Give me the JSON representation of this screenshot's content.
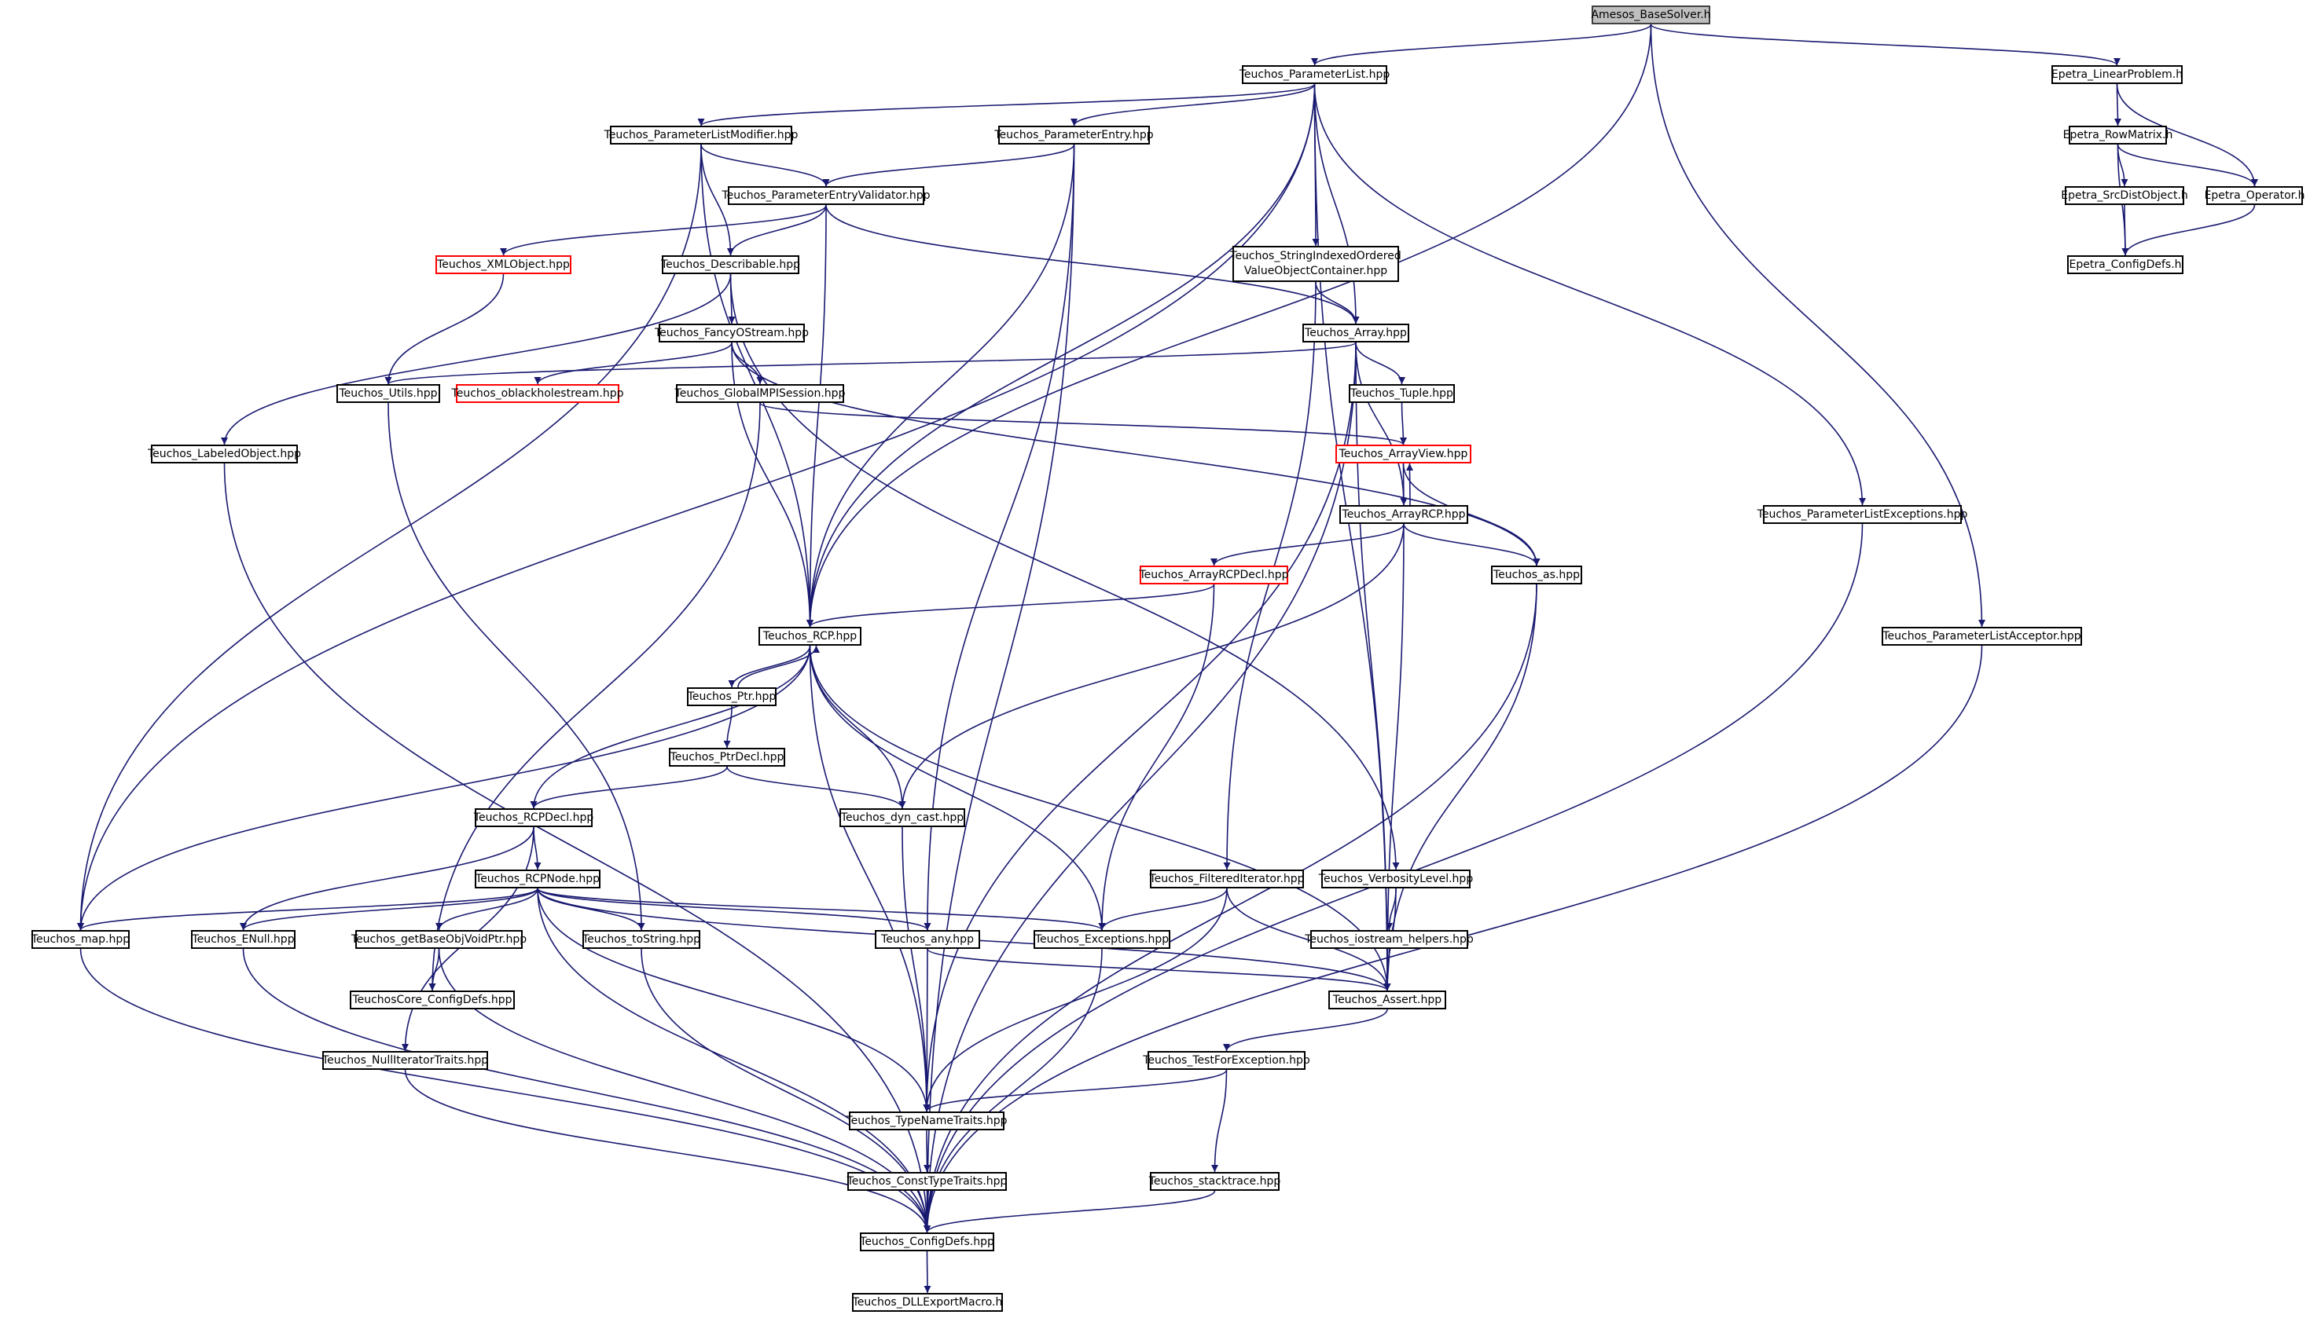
{
  "graph": {
    "nodes": [
      {
        "id": "amesos_basesolver",
        "label": "Amesos_BaseSolver.h",
        "kind": "root"
      },
      {
        "id": "teuchos_parameterlist",
        "label": "Teuchos_ParameterList.hpp"
      },
      {
        "id": "epetra_linearproblem",
        "label": "Epetra_LinearProblem.h"
      },
      {
        "id": "teuchos_parameterlistmodifier",
        "label": "Teuchos_ParameterListModifier.hpp"
      },
      {
        "id": "teuchos_parameterentry",
        "label": "Teuchos_ParameterEntry.hpp"
      },
      {
        "id": "epetra_rowmatrix",
        "label": "Epetra_RowMatrix.h"
      },
      {
        "id": "teuchos_parameterentryvalidator",
        "label": "Teuchos_ParameterEntryValidator.hpp"
      },
      {
        "id": "epetra_srcdistobject",
        "label": "Epetra_SrcDistObject.h"
      },
      {
        "id": "epetra_operator",
        "label": "Epetra_Operator.h"
      },
      {
        "id": "teuchos_xmlobject",
        "label": "Teuchos_XMLObject.hpp",
        "kind": "truncated"
      },
      {
        "id": "teuchos_describable",
        "label": "Teuchos_Describable.hpp"
      },
      {
        "id": "teuchos_stringindexed",
        "label": "Teuchos_StringIndexedOrdered\nValueObjectContainer.hpp"
      },
      {
        "id": "epetra_configdefs",
        "label": "Epetra_ConfigDefs.h"
      },
      {
        "id": "teuchos_fancyostream",
        "label": "Teuchos_FancyOStream.hpp"
      },
      {
        "id": "teuchos_array",
        "label": "Teuchos_Array.hpp"
      },
      {
        "id": "teuchos_utils",
        "label": "Teuchos_Utils.hpp"
      },
      {
        "id": "teuchos_oblackholestream",
        "label": "Teuchos_oblackholestream.hpp",
        "kind": "truncated"
      },
      {
        "id": "teuchos_globalmpisession",
        "label": "Teuchos_GlobalMPISession.hpp"
      },
      {
        "id": "teuchos_tuple",
        "label": "Teuchos_Tuple.hpp"
      },
      {
        "id": "teuchos_labeledobject",
        "label": "Teuchos_LabeledObject.hpp"
      },
      {
        "id": "teuchos_arrayview",
        "label": "Teuchos_ArrayView.hpp",
        "kind": "truncated"
      },
      {
        "id": "teuchos_arrayrcp",
        "label": "Teuchos_ArrayRCP.hpp"
      },
      {
        "id": "teuchos_parameterlistexceptions",
        "label": "Teuchos_ParameterListExceptions.hpp"
      },
      {
        "id": "teuchos_arrayrcpdecl",
        "label": "Teuchos_ArrayRCPDecl.hpp",
        "kind": "truncated"
      },
      {
        "id": "teuchos_as",
        "label": "Teuchos_as.hpp"
      },
      {
        "id": "teuchos_rcp",
        "label": "Teuchos_RCP.hpp"
      },
      {
        "id": "teuchos_parameterlistacceptor",
        "label": "Teuchos_ParameterListAcceptor.hpp"
      },
      {
        "id": "teuchos_ptr",
        "label": "Teuchos_Ptr.hpp"
      },
      {
        "id": "teuchos_ptrdecl",
        "label": "Teuchos_PtrDecl.hpp"
      },
      {
        "id": "teuchos_rcpdecl",
        "label": "Teuchos_RCPDecl.hpp"
      },
      {
        "id": "teuchos_dyn_cast",
        "label": "Teuchos_dyn_cast.hpp"
      },
      {
        "id": "teuchos_rcpnode",
        "label": "Teuchos_RCPNode.hpp"
      },
      {
        "id": "teuchos_filterediterator",
        "label": "Teuchos_FilteredIterator.hpp"
      },
      {
        "id": "teuchos_verbositylevel",
        "label": "Teuchos_VerbosityLevel.hpp"
      },
      {
        "id": "teuchos_map",
        "label": "Teuchos_map.hpp"
      },
      {
        "id": "teuchos_enull",
        "label": "Teuchos_ENull.hpp"
      },
      {
        "id": "teuchos_getbaseobjvoidptr",
        "label": "Teuchos_getBaseObjVoidPtr.hpp"
      },
      {
        "id": "teuchos_tostring",
        "label": "Teuchos_toString.hpp"
      },
      {
        "id": "teuchos_any",
        "label": "Teuchos_any.hpp"
      },
      {
        "id": "teuchos_exceptions",
        "label": "Teuchos_Exceptions.hpp"
      },
      {
        "id": "teuchos_iostream_helpers",
        "label": "Teuchos_iostream_helpers.hpp"
      },
      {
        "id": "teuchoscore_configdefs",
        "label": "TeuchosCore_ConfigDefs.hpp"
      },
      {
        "id": "teuchos_assert",
        "label": "Teuchos_Assert.hpp"
      },
      {
        "id": "teuchos_nulliteratortraits",
        "label": "Teuchos_NullIteratorTraits.hpp"
      },
      {
        "id": "teuchos_testforexception",
        "label": "Teuchos_TestForException.hpp"
      },
      {
        "id": "teuchos_typenametraits",
        "label": "Teuchos_TypeNameTraits.hpp"
      },
      {
        "id": "teuchos_consttypetraits",
        "label": "Teuchos_ConstTypeTraits.hpp"
      },
      {
        "id": "teuchos_stacktrace",
        "label": "Teuchos_stacktrace.hpp"
      },
      {
        "id": "teuchos_configdefs",
        "label": "Teuchos_ConfigDefs.hpp"
      },
      {
        "id": "teuchos_dllexportmacro",
        "label": "Teuchos_DLLExportMacro.h"
      }
    ],
    "edges": [
      [
        "amesos_basesolver",
        "teuchos_parameterlist"
      ],
      [
        "amesos_basesolver",
        "epetra_linearproblem"
      ],
      [
        "amesos_basesolver",
        "teuchos_rcp"
      ],
      [
        "amesos_basesolver",
        "teuchos_parameterlistacceptor"
      ],
      [
        "teuchos_parameterlist",
        "teuchos_parameterlistmodifier"
      ],
      [
        "teuchos_parameterlist",
        "teuchos_parameterentry"
      ],
      [
        "teuchos_parameterlist",
        "teuchos_stringindexed"
      ],
      [
        "teuchos_parameterlist",
        "teuchos_array"
      ],
      [
        "teuchos_parameterlist",
        "teuchos_parameterlistexceptions"
      ],
      [
        "teuchos_parameterlist",
        "teuchos_rcp"
      ],
      [
        "teuchos_parameterlist",
        "teuchos_map"
      ],
      [
        "teuchos_parameterlist",
        "teuchos_assert"
      ],
      [
        "epetra_linearproblem",
        "epetra_rowmatrix"
      ],
      [
        "epetra_linearproblem",
        "epetra_operator"
      ],
      [
        "epetra_rowmatrix",
        "epetra_srcdistobject"
      ],
      [
        "epetra_rowmatrix",
        "epetra_operator"
      ],
      [
        "epetra_rowmatrix",
        "epetra_configdefs"
      ],
      [
        "epetra_srcdistobject",
        "epetra_configdefs"
      ],
      [
        "epetra_operator",
        "epetra_configdefs"
      ],
      [
        "teuchos_parameterlistmodifier",
        "teuchos_parameterentryvalidator"
      ],
      [
        "teuchos_parameterlistmodifier",
        "teuchos_describable"
      ],
      [
        "teuchos_parameterlistmodifier",
        "teuchos_rcp"
      ],
      [
        "teuchos_parameterlistmodifier",
        "teuchos_map"
      ],
      [
        "teuchos_parameterentry",
        "teuchos_parameterentryvalidator"
      ],
      [
        "teuchos_parameterentry",
        "teuchos_rcp"
      ],
      [
        "teuchos_parameterentry",
        "teuchos_any"
      ],
      [
        "teuchos_parameterentry",
        "teuchos_configdefs"
      ],
      [
        "teuchos_parameterentryvalidator",
        "teuchos_xmlobject"
      ],
      [
        "teuchos_parameterentryvalidator",
        "teuchos_describable"
      ],
      [
        "teuchos_parameterentryvalidator",
        "teuchos_array"
      ],
      [
        "teuchos_parameterentryvalidator",
        "teuchos_rcp"
      ],
      [
        "teuchos_xmlobject",
        "teuchos_utils"
      ],
      [
        "teuchos_describable",
        "teuchos_fancyostream"
      ],
      [
        "teuchos_describable",
        "teuchos_labeledobject"
      ],
      [
        "teuchos_describable",
        "teuchos_verbositylevel"
      ],
      [
        "teuchos_stringindexed",
        "teuchos_array"
      ],
      [
        "teuchos_stringindexed",
        "teuchos_filterediterator"
      ],
      [
        "teuchos_fancyostream",
        "teuchos_oblackholestream"
      ],
      [
        "teuchos_fancyostream",
        "teuchos_globalmpisession"
      ],
      [
        "teuchos_fancyostream",
        "teuchos_as"
      ],
      [
        "teuchos_fancyostream",
        "teuchos_rcp"
      ],
      [
        "teuchos_array",
        "teuchos_utils"
      ],
      [
        "teuchos_array",
        "teuchos_tuple"
      ],
      [
        "teuchos_array",
        "teuchos_arrayrcp"
      ],
      [
        "teuchos_array",
        "teuchos_typenametraits"
      ],
      [
        "teuchos_array",
        "teuchos_assert"
      ],
      [
        "teuchos_array",
        "teuchos_configdefs"
      ],
      [
        "teuchos_utils",
        "teuchos_tostring"
      ],
      [
        "teuchos_globalmpisession",
        "teuchos_arrayview"
      ],
      [
        "teuchos_globalmpisession",
        "teuchoscore_configdefs"
      ],
      [
        "teuchos_tuple",
        "teuchos_arrayview"
      ],
      [
        "teuchos_labeledobject",
        "teuchos_configdefs"
      ],
      [
        "teuchos_arrayview",
        "teuchos_arrayrcp"
      ],
      [
        "teuchos_arrayview",
        "teuchos_as"
      ],
      [
        "teuchos_arrayrcp",
        "teuchos_arrayview"
      ],
      [
        "teuchos_arrayrcp",
        "teuchos_arrayrcpdecl"
      ],
      [
        "teuchos_arrayrcp",
        "teuchos_as"
      ],
      [
        "teuchos_arrayrcp",
        "teuchos_dyn_cast"
      ],
      [
        "teuchos_arrayrcp",
        "teuchos_assert"
      ],
      [
        "teuchos_parameterlistexceptions",
        "teuchos_configdefs"
      ],
      [
        "teuchos_arrayrcpdecl",
        "teuchos_rcp"
      ],
      [
        "teuchos_arrayrcpdecl",
        "teuchos_exceptions"
      ],
      [
        "teuchos_as",
        "teuchos_assert"
      ],
      [
        "teuchos_as",
        "teuchos_configdefs"
      ],
      [
        "teuchos_rcp",
        "teuchos_ptr"
      ],
      [
        "teuchos_rcp",
        "teuchos_rcpdecl"
      ],
      [
        "teuchos_rcp",
        "teuchos_dyn_cast"
      ],
      [
        "teuchos_rcp",
        "teuchos_map"
      ],
      [
        "teuchos_rcp",
        "teuchos_exceptions"
      ],
      [
        "teuchos_rcp",
        "teuchos_typenametraits"
      ],
      [
        "teuchos_rcp",
        "teuchos_assert"
      ],
      [
        "teuchos_parameterlistacceptor",
        "teuchos_configdefs"
      ],
      [
        "teuchos_ptr",
        "teuchos_rcp"
      ],
      [
        "teuchos_ptr",
        "teuchos_ptrdecl"
      ],
      [
        "teuchos_ptrdecl",
        "teuchos_rcpdecl"
      ],
      [
        "teuchos_ptrdecl",
        "teuchos_dyn_cast"
      ],
      [
        "teuchos_rcpdecl",
        "teuchos_rcpnode"
      ],
      [
        "teuchos_rcpdecl",
        "teuchos_enull"
      ],
      [
        "teuchos_rcpdecl",
        "teuchos_nulliteratortraits"
      ],
      [
        "teuchos_dyn_cast",
        "teuchos_typenametraits"
      ],
      [
        "teuchos_rcpnode",
        "teuchos_map"
      ],
      [
        "teuchos_rcpnode",
        "teuchos_enull"
      ],
      [
        "teuchos_rcpnode",
        "teuchos_getbaseobjvoidptr"
      ],
      [
        "teuchos_rcpnode",
        "teuchos_tostring"
      ],
      [
        "teuchos_rcpnode",
        "teuchos_any"
      ],
      [
        "teuchos_rcpnode",
        "teuchos_exceptions"
      ],
      [
        "teuchos_rcpnode",
        "teuchos_assert"
      ],
      [
        "teuchos_rcpnode",
        "teuchos_typenametraits"
      ],
      [
        "teuchos_rcpnode",
        "teuchos_configdefs"
      ],
      [
        "teuchos_filterediterator",
        "teuchos_exceptions"
      ],
      [
        "teuchos_filterediterator",
        "teuchos_assert"
      ],
      [
        "teuchos_filterediterator",
        "teuchos_typenametraits"
      ],
      [
        "teuchos_verbositylevel",
        "teuchos_iostream_helpers"
      ],
      [
        "teuchos_verbositylevel",
        "teuchos_assert"
      ],
      [
        "teuchos_map",
        "teuchos_configdefs"
      ],
      [
        "teuchos_enull",
        "teuchos_configdefs"
      ],
      [
        "teuchos_getbaseobjvoidptr",
        "teuchoscore_configdefs"
      ],
      [
        "teuchos_getbaseobjvoidptr",
        "teuchos_configdefs"
      ],
      [
        "teuchos_tostring",
        "teuchos_configdefs"
      ],
      [
        "teuchos_any",
        "teuchos_typenametraits"
      ],
      [
        "teuchos_any",
        "teuchos_assert"
      ],
      [
        "teuchos_exceptions",
        "teuchos_configdefs"
      ],
      [
        "teuchos_iostream_helpers",
        "teuchos_assert"
      ],
      [
        "teuchos_assert",
        "teuchos_testforexception"
      ],
      [
        "teuchos_nulliteratortraits",
        "teuchos_configdefs"
      ],
      [
        "teuchos_testforexception",
        "teuchos_typenametraits"
      ],
      [
        "teuchos_testforexception",
        "teuchos_stacktrace"
      ],
      [
        "teuchos_typenametraits",
        "teuchos_consttypetraits"
      ],
      [
        "teuchos_consttypetraits",
        "teuchos_configdefs"
      ],
      [
        "teuchos_stacktrace",
        "teuchos_configdefs"
      ],
      [
        "teuchos_configdefs",
        "teuchos_dllexportmacro"
      ]
    ]
  },
  "colors": {
    "edge": "#191970",
    "node_border": "#000000",
    "node_fill": "#ffffff",
    "root_fill": "#bfbfbf",
    "truncated_border": "#ff0000"
  }
}
